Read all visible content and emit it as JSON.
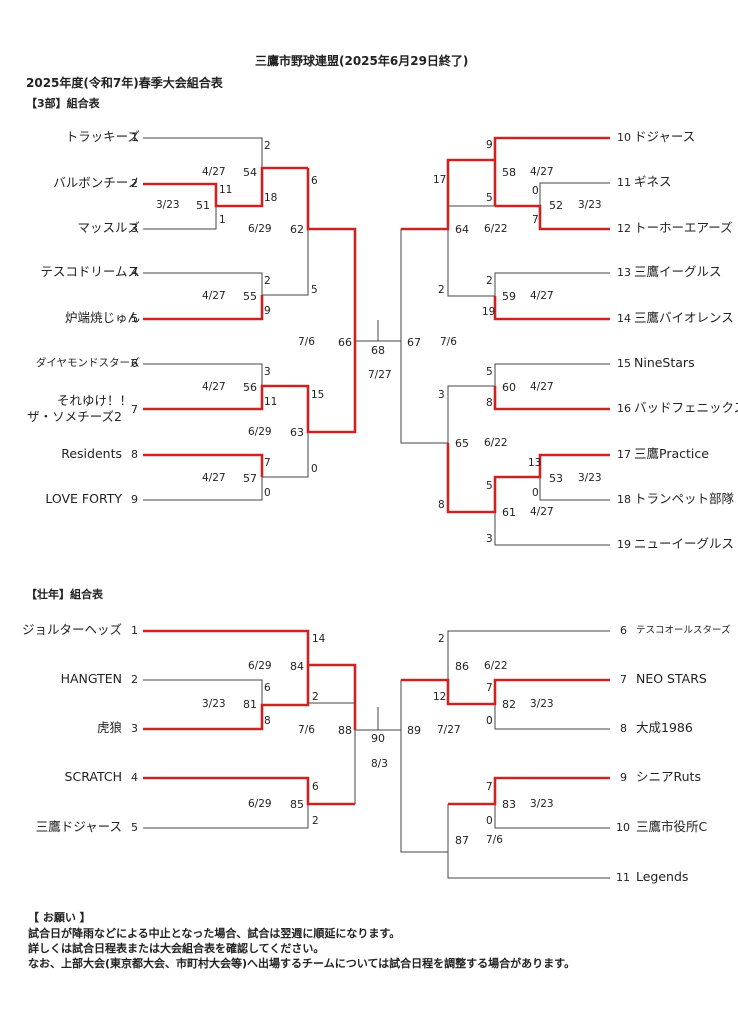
{
  "header": {
    "title": "三鷹市野球連盟(2025年6月29日終了)",
    "subtitle": "2025年度(令和7年)春季大会組合表",
    "div3_label": "【3部】組合表",
    "sen_label": "【壮年】組合表"
  },
  "div3": {
    "left_teams": [
      {
        "name": "トラッキーズ",
        "num": "1"
      },
      {
        "name": "バルボンチーノ",
        "num": "2"
      },
      {
        "name": "マッスルズ",
        "num": "3"
      },
      {
        "name": "テスコドリームス",
        "num": "4"
      },
      {
        "name": "炉端焼じゅん",
        "num": "5"
      },
      {
        "name": "ダイヤモンドスターズ",
        "num": "6"
      },
      {
        "name": "それゆけ！！",
        "num": "7",
        "name2": "ザ・ソメチーズ2"
      },
      {
        "name": "Residents",
        "num": "8"
      },
      {
        "name": "LOVE FORTY",
        "num": "9"
      }
    ],
    "right_teams": [
      {
        "num": "10",
        "name": "ドジャース"
      },
      {
        "num": "11",
        "name": "ギネス"
      },
      {
        "num": "12",
        "name": "トーホーエアーズ"
      },
      {
        "num": "13",
        "name": "三鷹イーグルス"
      },
      {
        "num": "14",
        "name": "三鷹バイオレンス"
      },
      {
        "num": "15",
        "name": "NineStars"
      },
      {
        "num": "16",
        "name": "バッドフェニックス"
      },
      {
        "num": "17",
        "name": "三鷹Practice"
      },
      {
        "num": "18",
        "name": "トランペット部隊"
      },
      {
        "num": "19",
        "name": "ニューイーグルス"
      }
    ],
    "games": {
      "g51": {
        "id": "51",
        "date": "3/23",
        "s_top": "11",
        "s_bot": "1"
      },
      "g54": {
        "id": "54",
        "date": "4/27",
        "s_top": "2",
        "s_bot": "18"
      },
      "g55": {
        "id": "55",
        "date": "4/27",
        "s_top": "2",
        "s_bot": "9"
      },
      "g56": {
        "id": "56",
        "date": "4/27",
        "s_top": "3",
        "s_bot": "11"
      },
      "g57": {
        "id": "57",
        "date": "4/27",
        "s_top": "7",
        "s_bot": "0"
      },
      "g62": {
        "id": "62",
        "date": "6/29",
        "s_top": "6",
        "s_bot": "5"
      },
      "g63": {
        "id": "63",
        "date": "6/29",
        "s_top": "15",
        "s_bot": "0"
      },
      "g66": {
        "id": "66",
        "date": "7/6"
      },
      "g68": {
        "id": "68",
        "date": "7/27"
      },
      "g67": {
        "id": "67",
        "date": "7/6"
      },
      "g58": {
        "id": "58",
        "date": "4/27",
        "s_top": "9",
        "s_bot": "5"
      },
      "g52": {
        "id": "52",
        "date": "3/23",
        "s_top": "0",
        "s_bot": "7"
      },
      "g64": {
        "id": "64",
        "date": "6/22",
        "s_top": "17",
        "s_bot": "2"
      },
      "g59": {
        "id": "59",
        "date": "4/27",
        "s_top": "2",
        "s_bot": "19"
      },
      "g60": {
        "id": "60",
        "date": "4/27",
        "s_top": "5",
        "s_bot": "8"
      },
      "g65": {
        "id": "65",
        "date": "6/22",
        "s_top": "3",
        "s_bot": "8"
      },
      "g53": {
        "id": "53",
        "date": "3/23",
        "s_top": "13",
        "s_bot": "0"
      },
      "g61": {
        "id": "61",
        "date": "4/27",
        "s_top": "5",
        "s_bot": "3"
      }
    }
  },
  "senior": {
    "left_teams": [
      {
        "name": "ジョルターヘッズ",
        "num": "1"
      },
      {
        "name": "HANGTEN",
        "num": "2"
      },
      {
        "name": "虎狼",
        "num": "3"
      },
      {
        "name": "SCRATCH",
        "num": "4"
      },
      {
        "name": "三鷹ドジャース",
        "num": "5"
      }
    ],
    "right_teams": [
      {
        "num": "6",
        "name": "テスコオールスターズ"
      },
      {
        "num": "7",
        "name": "NEO STARS"
      },
      {
        "num": "8",
        "name": "大成1986"
      },
      {
        "num": "9",
        "name": "シニアRuts"
      },
      {
        "num": "10",
        "name": "三鷹市役所C"
      },
      {
        "num": "11",
        "name": "Legends"
      }
    ],
    "games": {
      "g81": {
        "id": "81",
        "date": "3/23",
        "s_top": "6",
        "s_bot": "8"
      },
      "g84": {
        "id": "84",
        "date": "6/29",
        "s_top": "14",
        "s_bot": "2"
      },
      "g85": {
        "id": "85",
        "date": "6/29",
        "s_top": "6",
        "s_bot": "2"
      },
      "g88": {
        "id": "88",
        "date": "7/6"
      },
      "g90": {
        "id": "90",
        "date": "8/3"
      },
      "g89": {
        "id": "89",
        "date": "7/27"
      },
      "g86": {
        "id": "86",
        "date": "6/22",
        "s_top": "2",
        "s_bot": "12"
      },
      "g82": {
        "id": "82",
        "date": "3/23",
        "s_top": "7",
        "s_bot": "0"
      },
      "g83": {
        "id": "83",
        "date": "3/23",
        "s_top": "7",
        "s_bot": "0"
      },
      "g87": {
        "id": "87",
        "date": "7/6"
      }
    }
  },
  "notice": {
    "heading": "【 お願い 】",
    "line1": "試合日が降雨などによる中止となった場合、試合は翌週に順延になります。",
    "line2": "詳しくは試合日程表または大会組合表を確認してください。",
    "line3": "なお、上部大会(東京都大会、市町村大会等)へ出場するチームについては試合日程を調整する場合があります。"
  },
  "colors": {
    "winner_line": "#cc2222",
    "loser_line": "#444444"
  }
}
